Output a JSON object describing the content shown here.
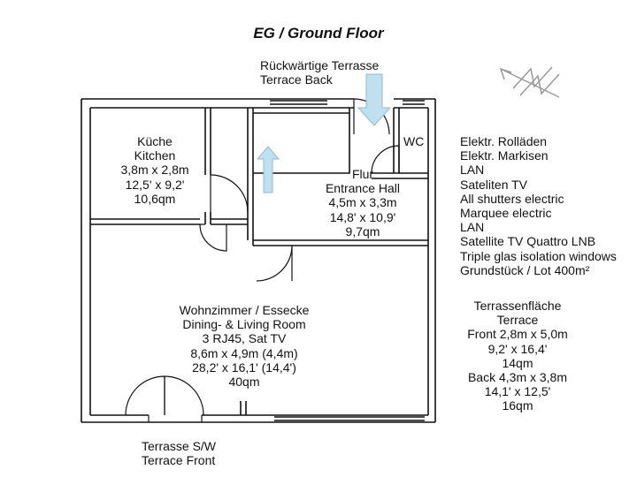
{
  "title": "EG / Ground Floor",
  "terrace_back": [
    "Rückwärtige Terrasse",
    "Terrace Back"
  ],
  "terrace_front": [
    "Terrasse S/W",
    "Terrace Front"
  ],
  "rooms": {
    "kitchen": [
      "Küche",
      "Kitchen",
      "3,8m x 2,8m",
      "12,5' x 9,2'",
      "10,6qm"
    ],
    "hall": [
      "Flur",
      "Entrance Hall",
      "4,5m x 3,3m",
      "14,8' x 10,9'",
      "9,7qm"
    ],
    "wc": "WC",
    "living": [
      "Wohnzimmer / Essecke",
      "Dining- & Living Room",
      "3 RJ45, Sat TV",
      "8,6m x 4,9m (4,4m)",
      "28,2' x 16,1' (14,4')",
      "40qm"
    ]
  },
  "features": [
    "Elektr. Rolläden",
    "Elektr. Markisen",
    "LAN",
    "Sateliten TV",
    "All shutters electric",
    "Marquee electric",
    "LAN",
    "Satellite TV Quattro LNB",
    "Triple glas isolation windows",
    "Grundstück / Lot 400m²"
  ],
  "terrace_area": [
    "Terrassenfläche",
    "Terrace",
    "Front 2,8m x 5,0m",
    "9,2' x 16,4'",
    "14qm",
    "Back 4,3m x 3,8m",
    "14,1' x 12,5'",
    "16qm"
  ],
  "colors": {
    "wall": "#111111",
    "arrow": "#bfe0ee",
    "arrow_stroke": "#8fbcd2",
    "compass": "#9a9a9a"
  },
  "icons": {
    "compass": "north-arrow-icon",
    "entry": "entry-arrow-icon"
  }
}
